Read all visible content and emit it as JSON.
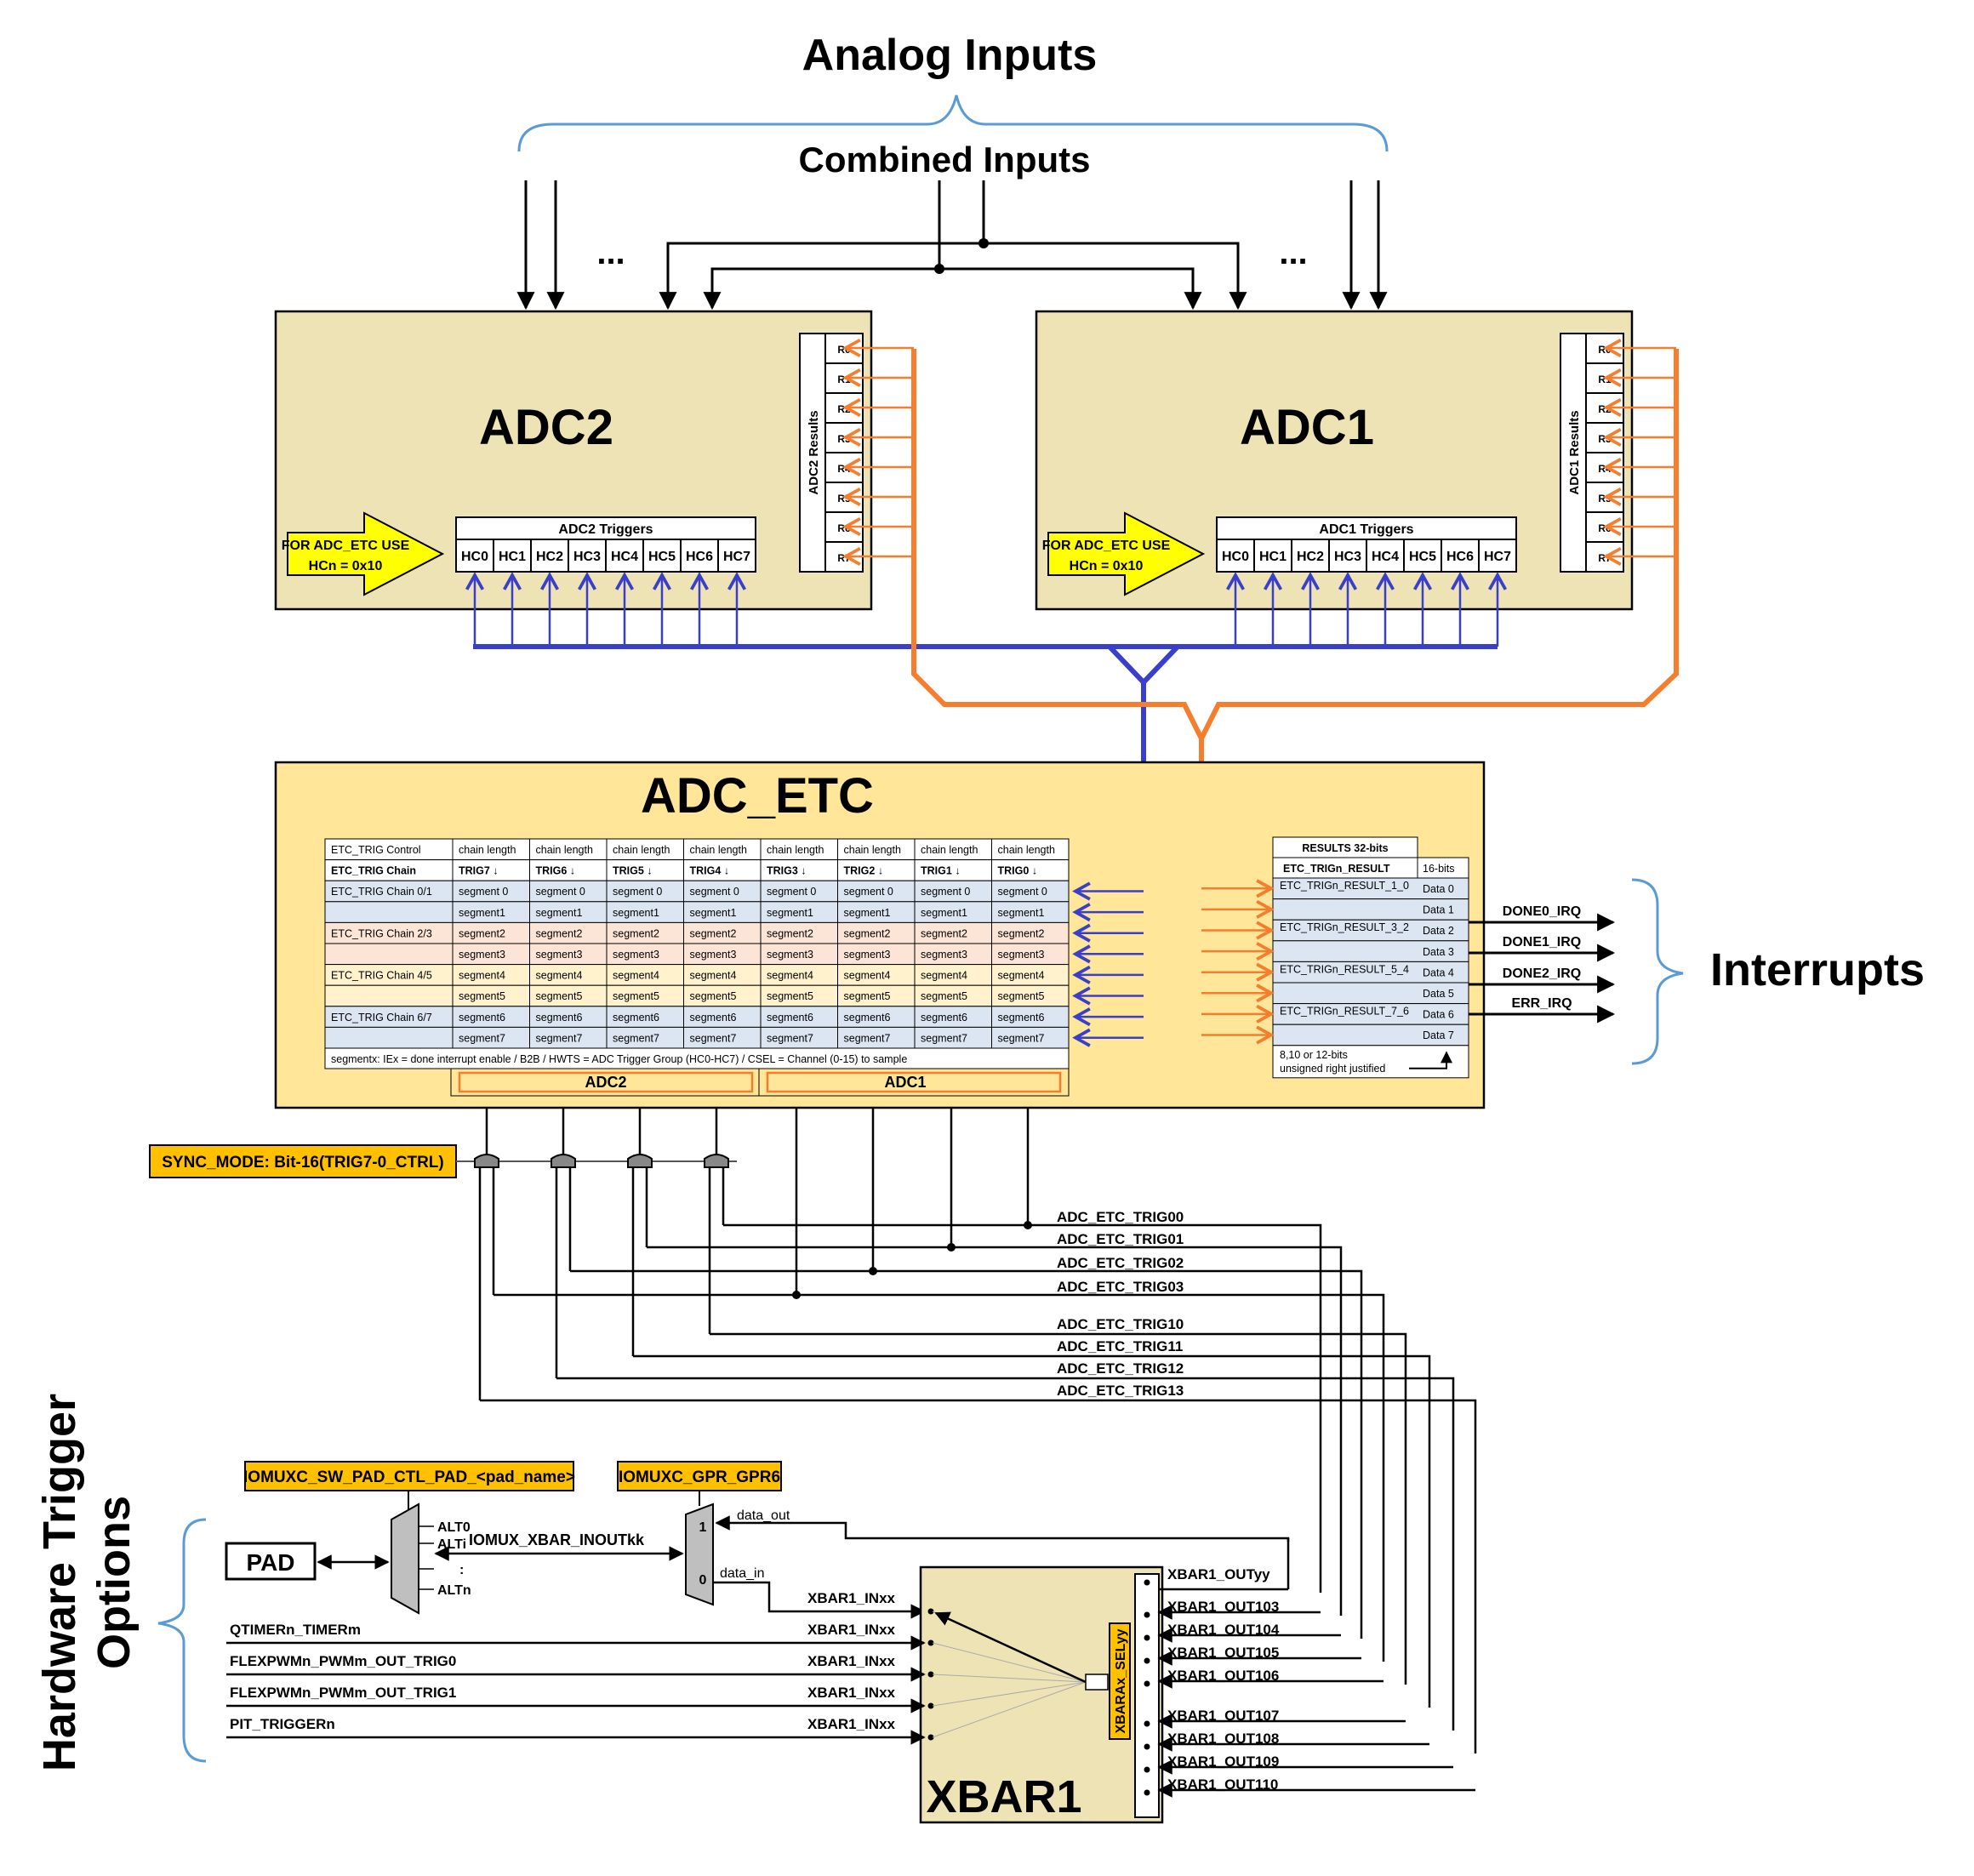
{
  "analog_inputs": "Analog Inputs",
  "combined_inputs": "Combined Inputs",
  "ellipsis": "...",
  "adc2": {
    "title": "ADC2",
    "results_label": "ADC2 Results",
    "triggers_label": "ADC2 Triggers",
    "note_line1": "FOR ADC_ETC USE",
    "note_line2": "HCn = 0x10"
  },
  "adc1": {
    "title": "ADC1",
    "results_label": "ADC1 Results",
    "triggers_label": "ADC1 Triggers",
    "note_line1": "FOR ADC_ETC USE",
    "note_line2": "HCn = 0x10"
  },
  "result_regs": [
    "R0",
    "R1",
    "R2",
    "R3",
    "R4",
    "R5",
    "R6",
    "R7"
  ],
  "trigger_regs": [
    "HC0",
    "HC1",
    "HC2",
    "HC3",
    "HC4",
    "HC5",
    "HC6",
    "HC7"
  ],
  "adc_etc": {
    "title": "ADC_ETC",
    "table_rows": [
      [
        "ETC_TRIG Control",
        "chain length",
        "chain length",
        "chain length",
        "chain length",
        "chain length",
        "chain length",
        "chain length",
        "chain length"
      ],
      [
        "ETC_TRIG Chain",
        "TRIG7 ↓",
        "TRIG6 ↓",
        "TRIG5 ↓",
        "TRIG4 ↓",
        "TRIG3 ↓",
        "TRIG2 ↓",
        "TRIG1 ↓",
        "TRIG0 ↓"
      ],
      [
        "ETC_TRIG Chain 0/1",
        "segment 0",
        "segment 0",
        "segment 0",
        "segment 0",
        "segment 0",
        "segment 0",
        "segment 0",
        "segment 0"
      ],
      [
        "",
        "segment1",
        "segment1",
        "segment1",
        "segment1",
        "segment1",
        "segment1",
        "segment1",
        "segment1"
      ],
      [
        "ETC_TRIG Chain 2/3",
        "segment2",
        "segment2",
        "segment2",
        "segment2",
        "segment2",
        "segment2",
        "segment2",
        "segment2"
      ],
      [
        "",
        "segment3",
        "segment3",
        "segment3",
        "segment3",
        "segment3",
        "segment3",
        "segment3",
        "segment3"
      ],
      [
        "ETC_TRIG Chain 4/5",
        "segment4",
        "segment4",
        "segment4",
        "segment4",
        "segment4",
        "segment4",
        "segment4",
        "segment4"
      ],
      [
        "",
        "segment5",
        "segment5",
        "segment5",
        "segment5",
        "segment5",
        "segment5",
        "segment5",
        "segment5"
      ],
      [
        "ETC_TRIG Chain 6/7",
        "segment6",
        "segment6",
        "segment6",
        "segment6",
        "segment6",
        "segment6",
        "segment6",
        "segment6"
      ],
      [
        "",
        "segment7",
        "segment7",
        "segment7",
        "segment7",
        "segment7",
        "segment7",
        "segment7",
        "segment7"
      ]
    ],
    "footnote": "segmentx: IEx = done interrupt enable /  B2B  / HWTS = ADC Trigger Group (HC0-HC7)  / CSEL = Channel (0-15) to sample",
    "adc2_group": "ADC2",
    "adc1_group": "ADC1",
    "results_title": "RESULTS 32-bits",
    "results_head": "ETC_TRIGn_RESULT",
    "results_bits": "16-bits",
    "results_rows": [
      "ETC_TRIGn_RESULT_1_0",
      "",
      "ETC_TRIGn_RESULT_3_2",
      "",
      "ETC_TRIGn_RESULT_5_4",
      "",
      "ETC_TRIGn_RESULT_7_6",
      ""
    ],
    "data_labels": [
      "Data 0",
      "Data 1",
      "Data 2",
      "Data 3",
      "Data 4",
      "Data 5",
      "Data 6",
      "Data 7"
    ],
    "results_note1": "8,10 or 12-bits",
    "results_note2": "unsigned right justified"
  },
  "irqs": [
    "DONE0_IRQ",
    "DONE1_IRQ",
    "DONE2_IRQ",
    "ERR_IRQ"
  ],
  "interrupts": "Interrupts",
  "sync_mode": "SYNC_MODE: Bit-16(TRIG7-0_CTRL)",
  "trig_signals": [
    "ADC_ETC_TRIG00",
    "ADC_ETC_TRIG01",
    "ADC_ETC_TRIG02",
    "ADC_ETC_TRIG03",
    "ADC_ETC_TRIG10",
    "ADC_ETC_TRIG11",
    "ADC_ETC_TRIG12",
    "ADC_ETC_TRIG13"
  ],
  "hw_trigger": {
    "line1": "Hardware Trigger",
    "line2": "Options"
  },
  "iomuxc_pad": "IOMUXC_SW_PAD_CTL_PAD_<pad_name>",
  "iomuxc_gpr": "IOMUXC_GPR_GPR6",
  "pad": "PAD",
  "alt_labels": [
    "ALT0",
    "ALTi",
    ":",
    "ALTn"
  ],
  "iomux_xbar": "IOMUX_XBAR_INOUTkk",
  "mux_labels": [
    "1",
    "0"
  ],
  "data_out": "data_out",
  "data_in": "data_in",
  "xbar_in_label": "XBAR1_INxx",
  "sources": [
    "QTIMERn_TIMERm",
    "FLEXPWMn_PWMm_OUT_TRIG0",
    "FLEXPWMn_PWMm_OUT_TRIG1",
    "PIT_TRIGGERn"
  ],
  "xbar_title": "XBAR1",
  "xbar_sel": "XBARAx_SELyy",
  "xbar_outputs": [
    "XBAR1_OUTyy",
    "XBAR1_OUT103",
    "XBAR1_OUT104",
    "XBAR1_OUT105",
    "XBAR1_OUT106",
    "XBAR1_OUT107",
    "XBAR1_OUT108",
    "XBAR1_OUT109",
    "XBAR1_OUT110"
  ],
  "colors": {
    "block_fill": "#EEE3B4",
    "etc_fill": "#FFE699",
    "blue": "#3A3FCB",
    "orange": "#F47E2E",
    "yellow_arrow": "#FFFF00",
    "label_orange": "#FFC000",
    "row_blue": "#DCE6F2",
    "row_peach": "#FCE4D6",
    "row_yellow": "#FFF2CC"
  }
}
